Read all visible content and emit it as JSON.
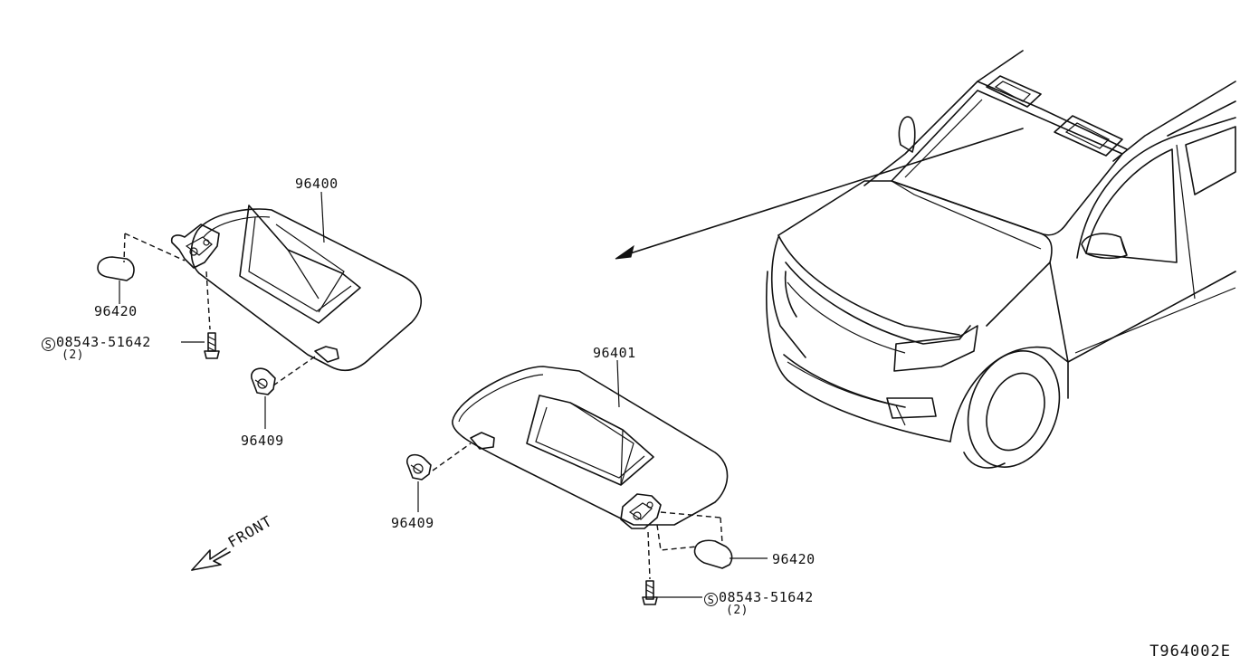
{
  "diagram": {
    "callouts": {
      "visor_left": "96400",
      "visor_right": "96401",
      "cover_left": "96420",
      "cover_right": "96420",
      "holder_left": "96409",
      "holder_right": "96409",
      "screw_left": "08543-51642",
      "screw_left_qty": "(2)",
      "screw_right": "08543-51642",
      "screw_right_qty": "(2)"
    },
    "screw_symbol": "S",
    "front_label": "FRONT",
    "drawing_code": "T964002E"
  }
}
